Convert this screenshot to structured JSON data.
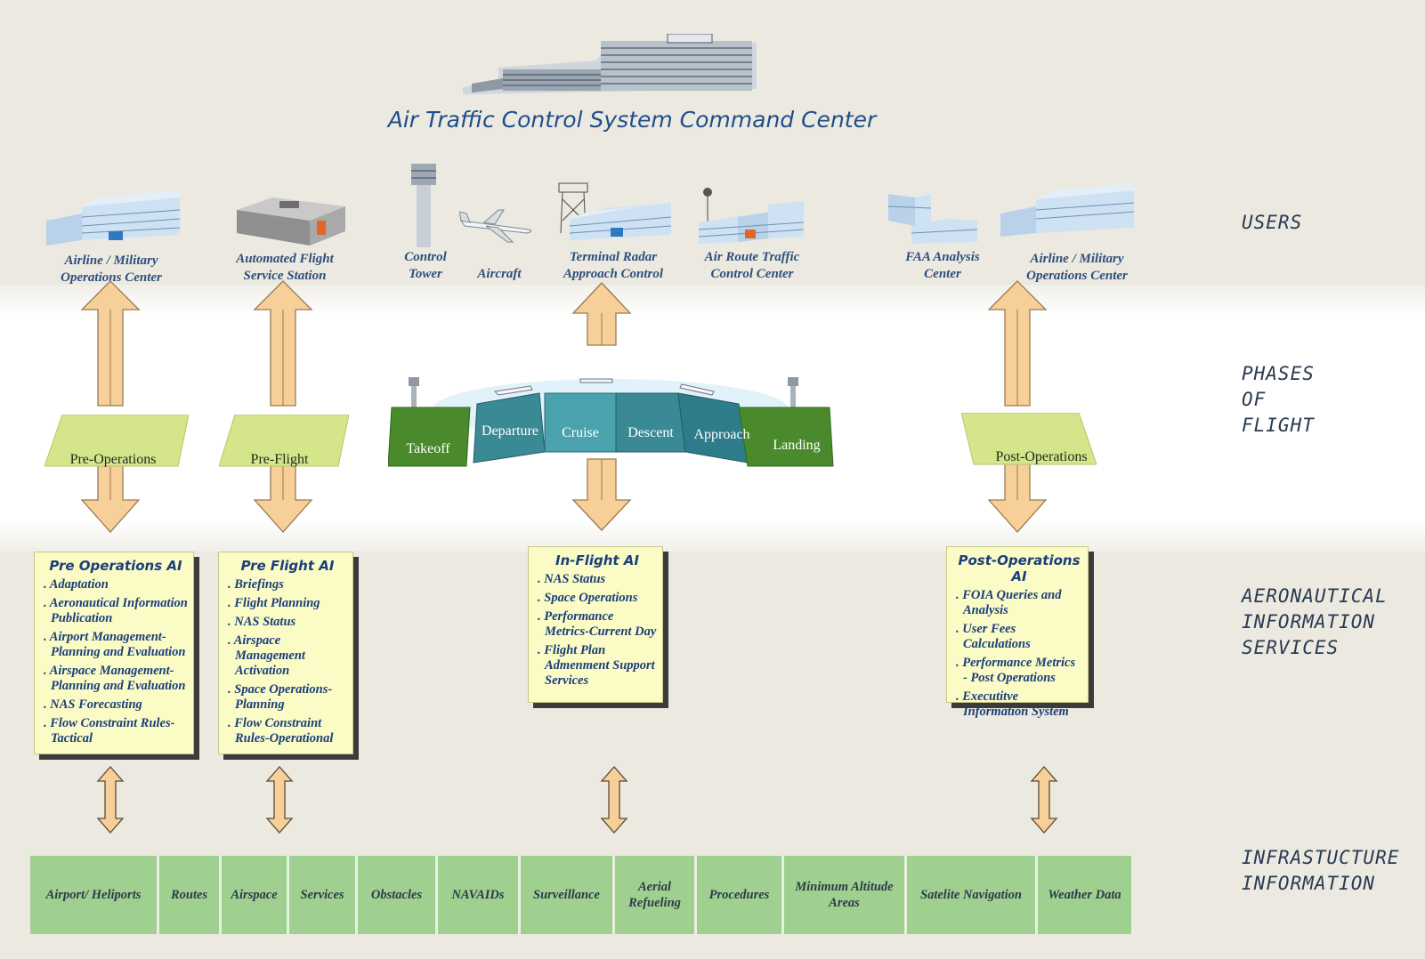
{
  "title": "Air Traffic Control System Command Center",
  "side_labels": {
    "users": "USERS",
    "phases": "PHASES\nOF\nFLIGHT",
    "ais": "AERONAUTICAL\nINFORMATION\nSERVICES",
    "infra": "INFRASTUCTURE\nINFORMATION"
  },
  "users": [
    "Airline / Military\nOperations Center",
    "Automated Flight\nService Station",
    "Control\nTower",
    "Aircraft",
    "Terminal Radar\nApproach Control",
    "Air Route Traffic\nControl Center",
    "FAA Analysis\nCenter",
    "Airline / Military\nOperations Center"
  ],
  "phases": {
    "pre_operations": "Pre-Operations",
    "pre_flight": "Pre-Flight",
    "post_operations": "Post-Operations",
    "flight": [
      "Takeoff",
      "Departure",
      "Cruise",
      "Descent",
      "Approach",
      "Landing"
    ]
  },
  "ai_boxes": {
    "pre_ops": {
      "title": "Pre Operations AI",
      "items": [
        "Adaptation",
        "Aeronautical Information Publication",
        "Airport Management-Planning and Evaluation",
        "Airspace Management-Planning and Evaluation",
        "NAS Forecasting",
        "Flow Constraint Rules-Tactical"
      ]
    },
    "pre_flight": {
      "title": "Pre Flight AI",
      "items": [
        "Briefings",
        "Flight Planning",
        "NAS Status",
        "Airspace Management Activation",
        "Space Operations-Planning",
        "Flow Constraint Rules-Operational"
      ]
    },
    "in_flight": {
      "title": "In-Flight AI",
      "items": [
        "NAS Status",
        "Space Operations",
        "Performance Metrics-Current Day",
        "Flight Plan Admenment Support Services"
      ]
    },
    "post_ops": {
      "title": "Post-Operations AI",
      "items": [
        "FOIA Queries and Analysis",
        "User Fees Calculations",
        "Performance Metrics - Post Operations",
        "Executitve Information System"
      ]
    }
  },
  "infrastructure": [
    "Airport/ Heliports",
    "Routes",
    "Airspace",
    "Services",
    "Obstacles",
    "NAVAIDs",
    "Surveillance",
    "Aerial\nRefueling",
    "Procedures",
    "Minimum  Altitude\nAreas",
    "Satelite Navigation",
    "Weather  Data"
  ],
  "colors": {
    "title_blue": "#1f4e8c",
    "box_fill": "#fbfbc6",
    "infra_green": "#9fd08f",
    "phase_green": "#4a8a2c",
    "phase_teal": "#3a8a96",
    "arrow_fill": "#f7cf98",
    "platform_yellow": "#d5e58a"
  }
}
